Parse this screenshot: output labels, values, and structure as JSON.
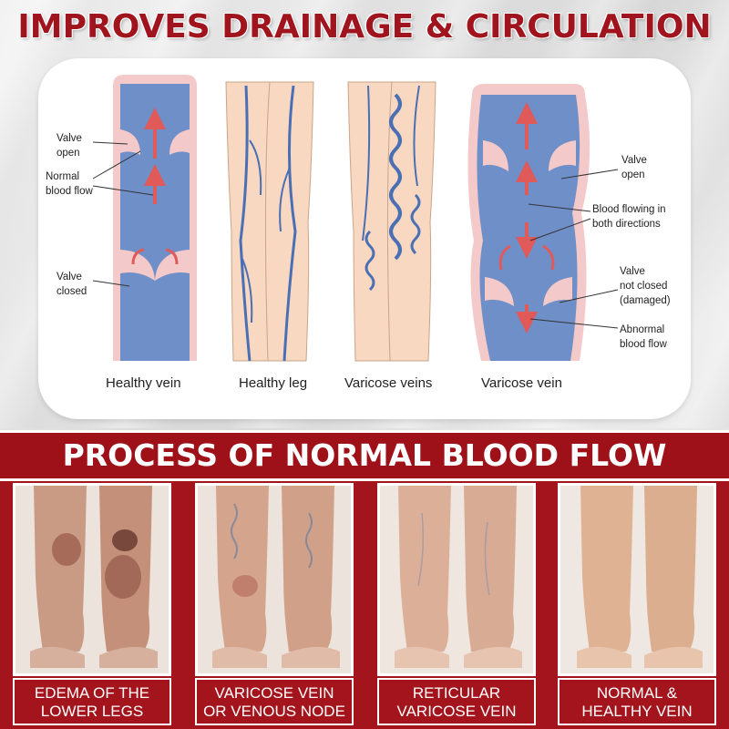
{
  "header": {
    "title": "IMPROVES DRAINAGE & CIRCULATION"
  },
  "diagram": {
    "panels": [
      {
        "caption": "Healthy vein"
      },
      {
        "caption": "Healthy leg"
      },
      {
        "caption": "Varicose veins"
      },
      {
        "caption": "Varicose vein"
      }
    ],
    "labels": {
      "healthy_valve_open": "Valve\nopen",
      "healthy_normal_flow": "Normal\nblood flow",
      "healthy_valve_closed": "Valve\nclosed",
      "varicose_valve_open": "Valve\nopen",
      "varicose_both_directions": "Blood flowing in\nboth directions",
      "varicose_valve_not_closed": "Valve\nnot closed\n(damaged)",
      "varicose_abnormal_flow": "Abnormal\nblood flow"
    },
    "colors": {
      "vein_blue": "#6f8fc9",
      "vein_wall": "#f4c9c9",
      "arrow_red": "#e05a5a",
      "skin": "#f8d8c0",
      "vein_line": "#4a6fb5"
    }
  },
  "banner": {
    "text": "PROCESS OF NORMAL BLOOD FLOW"
  },
  "stages": [
    {
      "label": "EDEMA OF THE\nLOWER LEGS",
      "icon": "legs-edema-photo"
    },
    {
      "label": "VARICOSE VEIN\nOR VENOUS NODE",
      "icon": "legs-varicose-photo"
    },
    {
      "label": "RETICULAR\nVARICOSE VEIN",
      "icon": "legs-reticular-photo"
    },
    {
      "label": "NORMAL &\nHEALTHY VEIN",
      "icon": "legs-healthy-photo"
    }
  ],
  "theme": {
    "accent": "#a3141c",
    "title_color": "#a0141e"
  }
}
